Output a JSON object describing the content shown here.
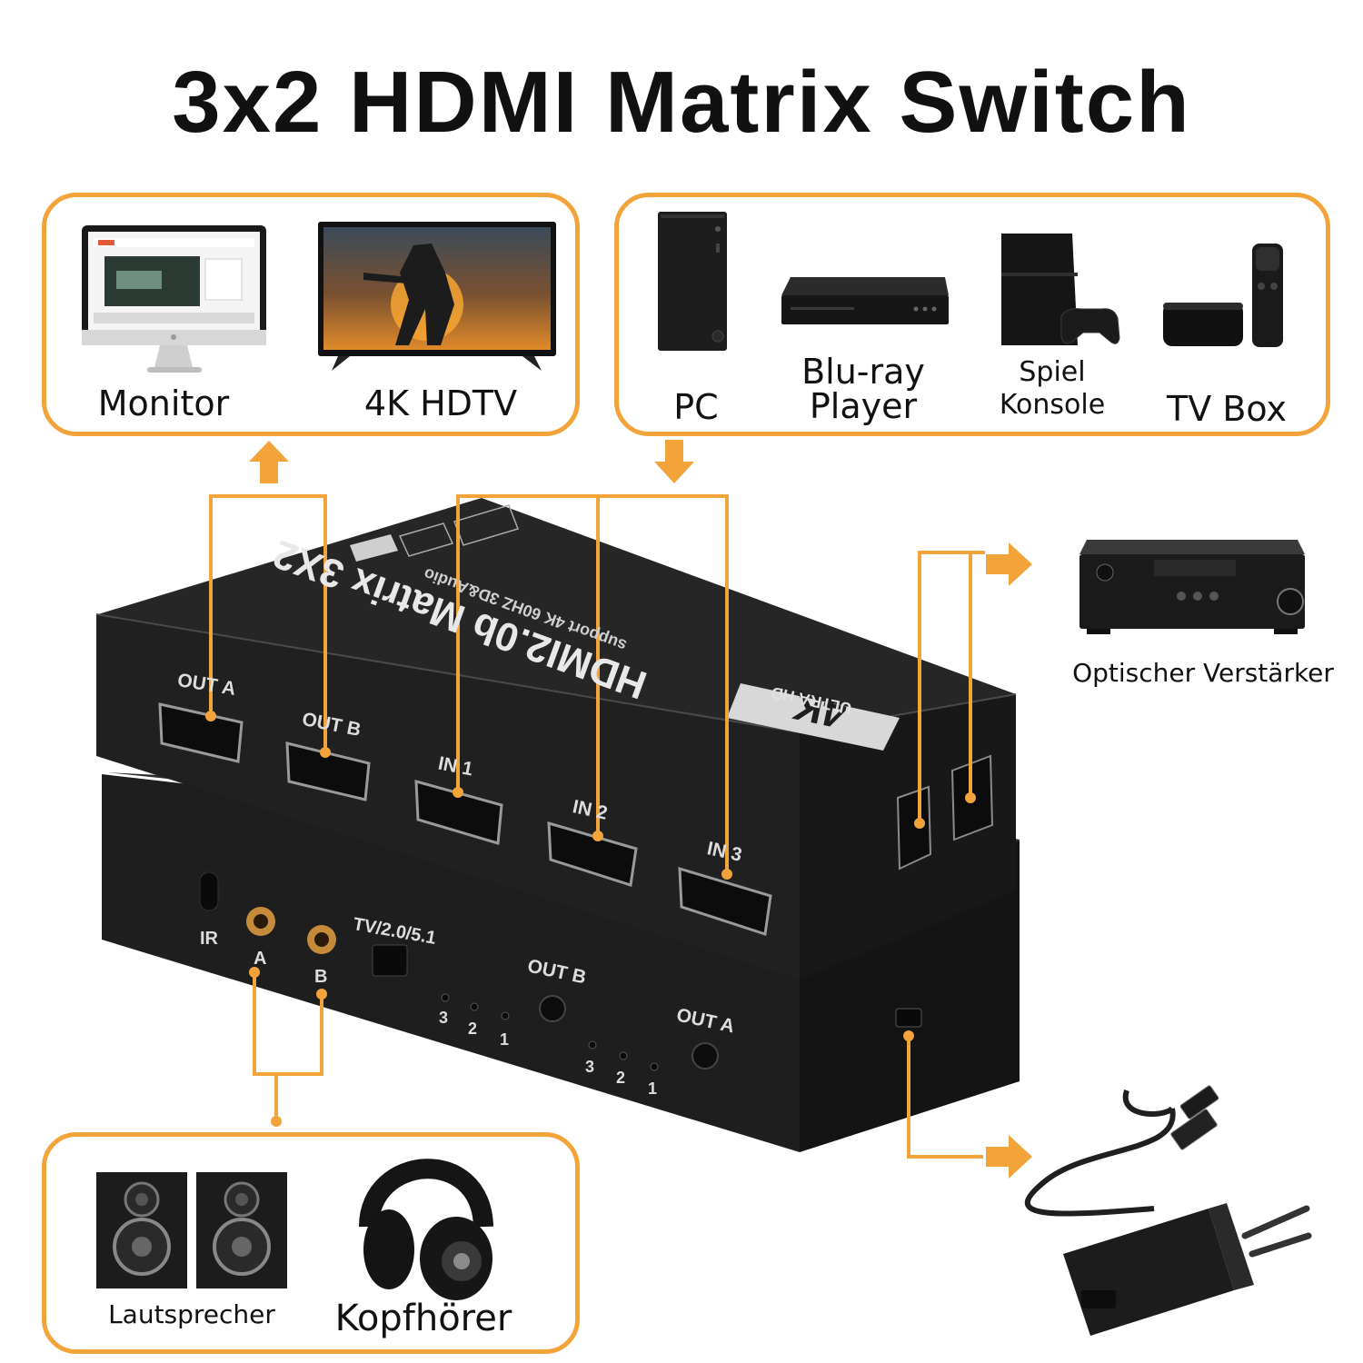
{
  "title": "3x2 HDMI Matrix Switch",
  "colors": {
    "accent": "#f2a33a",
    "device_body": "#1e1e1e",
    "device_top": "#262626",
    "text": "#111111"
  },
  "outputs_panel": {
    "monitor": "Monitor",
    "hdtv": "4K HDTV"
  },
  "inputs_panel": {
    "pc": "PC",
    "bluray": [
      "Blu-ray",
      "Player"
    ],
    "console": [
      "Spiel",
      "Konsole"
    ],
    "tvbox": "TV Box"
  },
  "amplifier": {
    "label": "Optischer Verstärker"
  },
  "audio_panel": {
    "speakers": "Lautsprecher",
    "headphones": "Kopfhörer"
  },
  "device": {
    "top_text": [
      "4K",
      "ULTRA HD",
      "HDMI2.0b Matrix 3X2",
      "support 4K 60HZ 3D&Audio"
    ],
    "front_ports": [
      "OUT A",
      "OUT B",
      "IN 1",
      "IN 2",
      "IN 3"
    ],
    "back_labels": {
      "ir": "IR",
      "a": "A",
      "b": "B",
      "switch": "TV/2.0/5.1",
      "out_b": "OUT B",
      "out_a": "OUT A",
      "leds": [
        "3",
        "2",
        "1"
      ]
    }
  }
}
